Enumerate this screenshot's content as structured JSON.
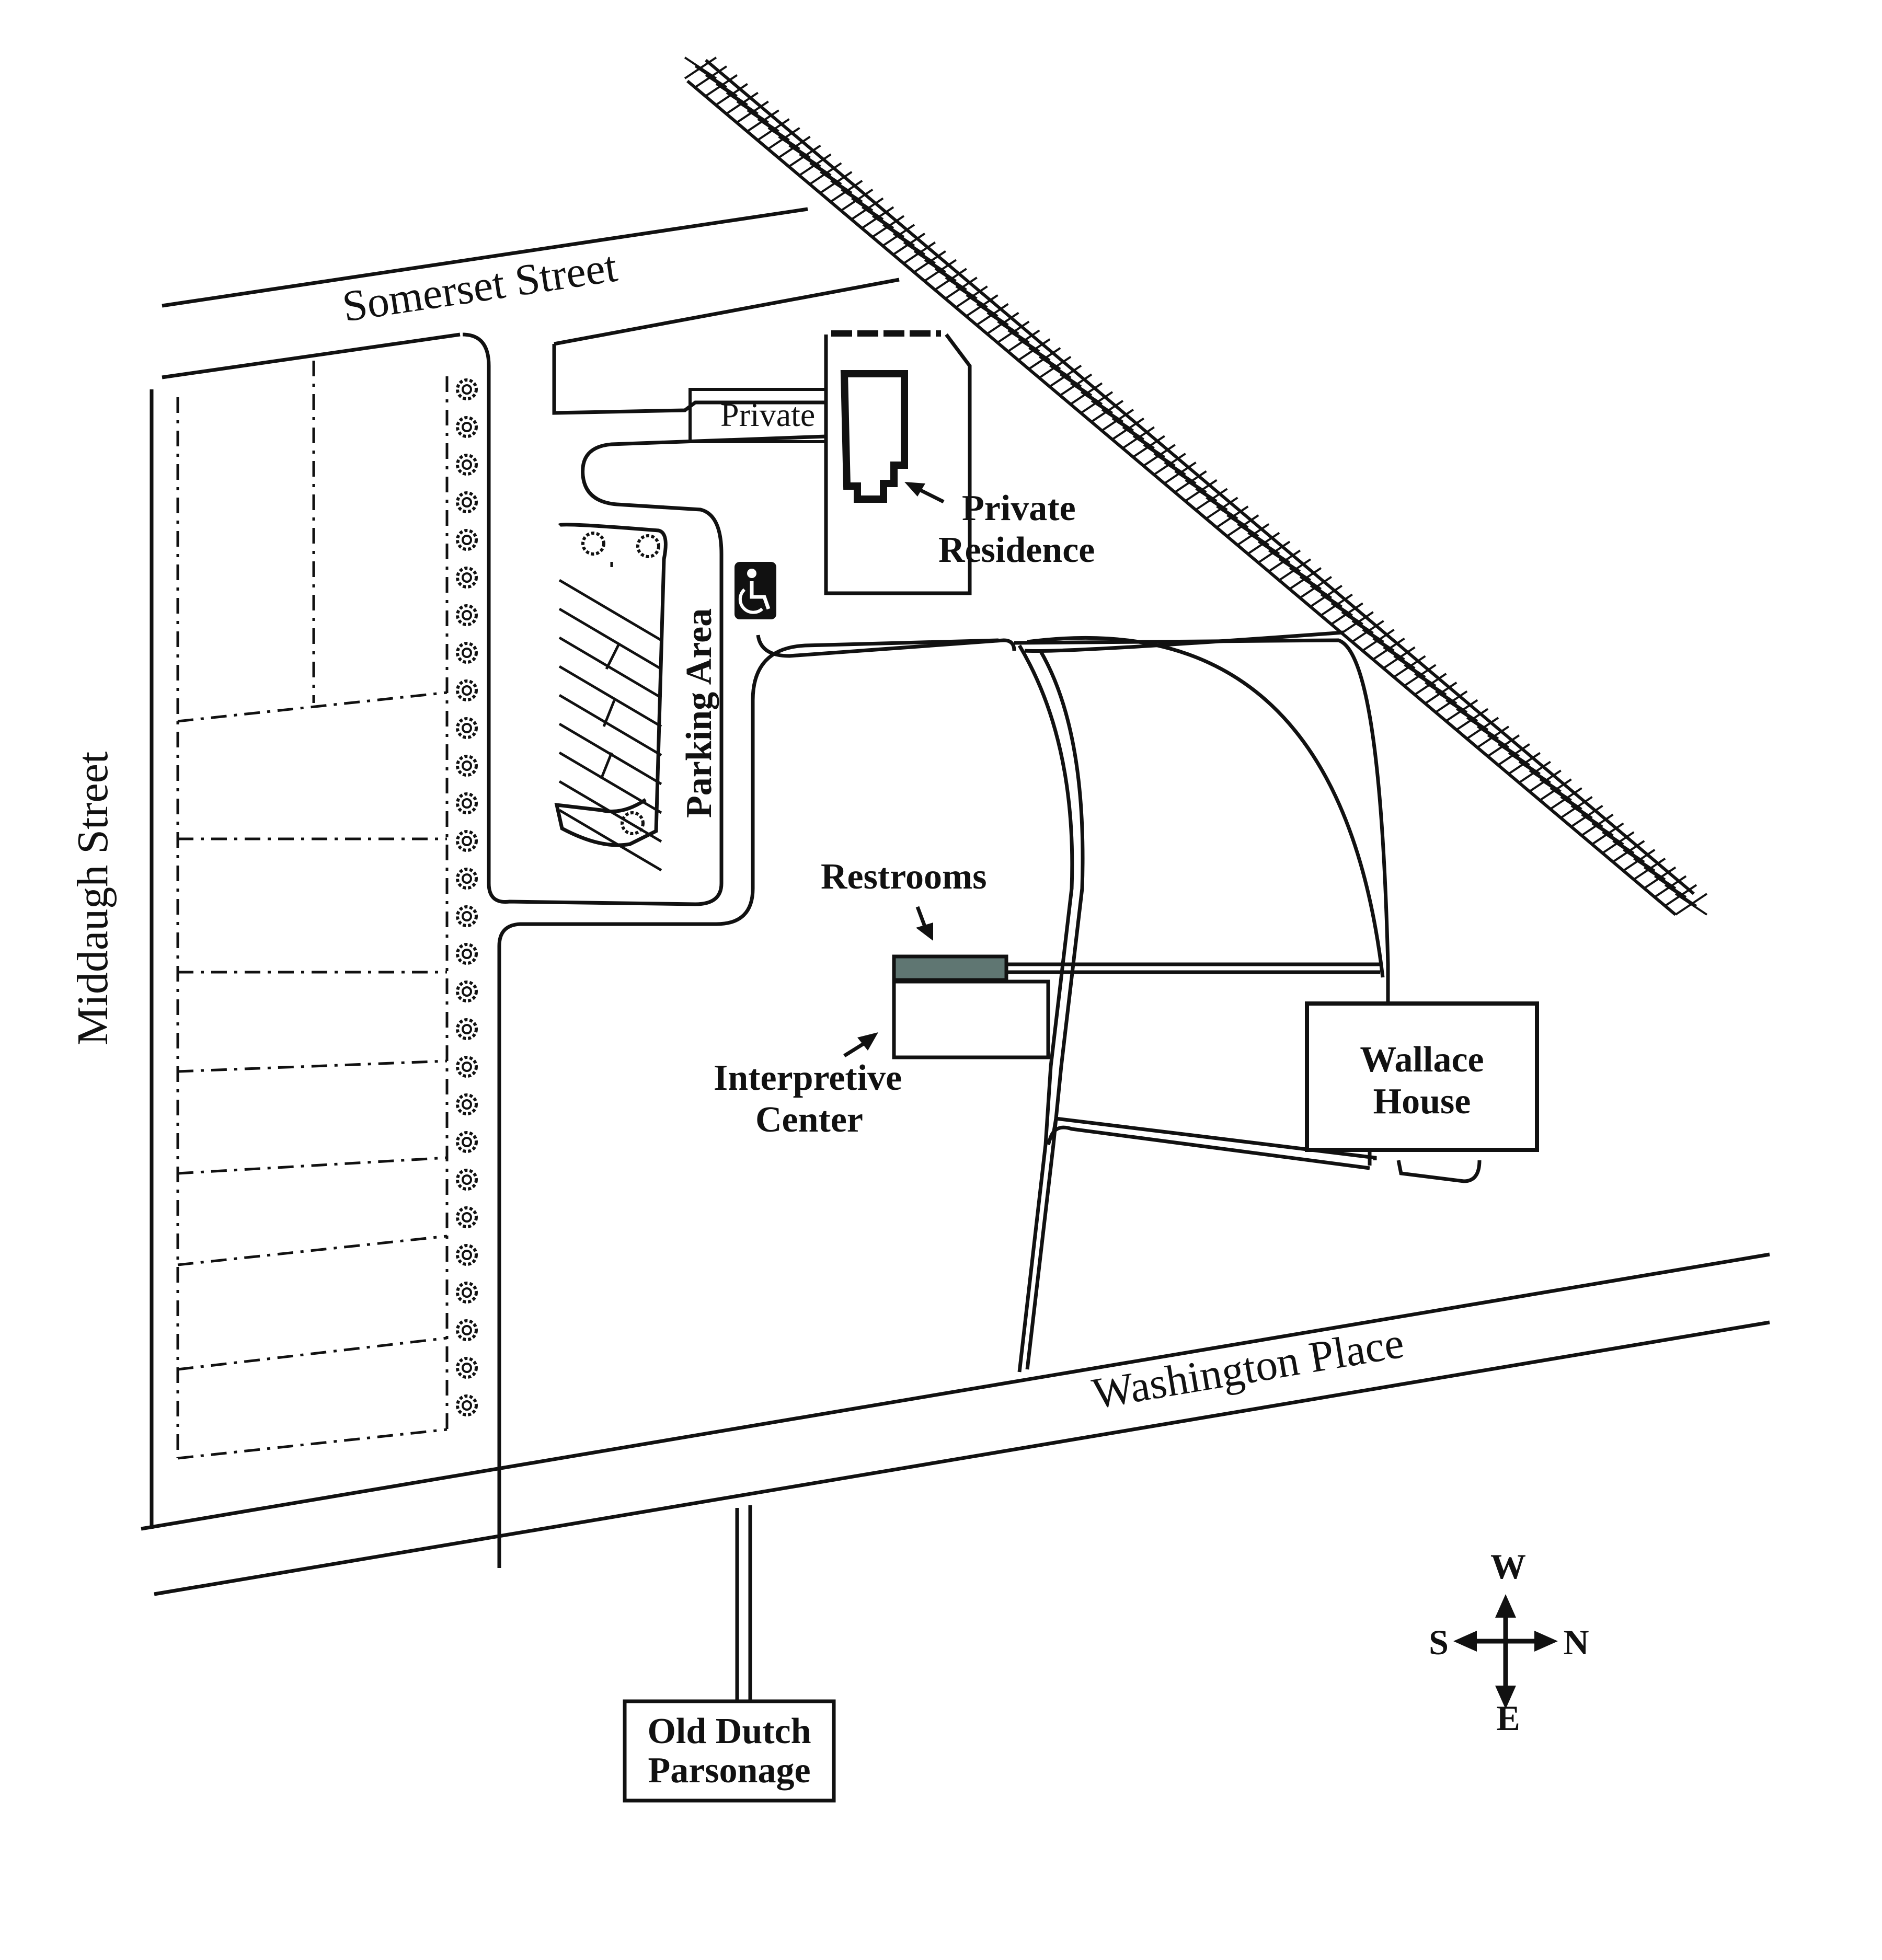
{
  "streets": {
    "somerset": "Somerset Street",
    "middaugh": "Middaugh Street",
    "washington": "Washington Place"
  },
  "labels": {
    "private_drive": "Private",
    "private_residence_line1": "Private",
    "private_residence_line2": "Residence",
    "parking_area": "Parking Area",
    "restrooms": "Restrooms",
    "interpretive_line1": "Interpretive",
    "interpretive_line2": "Center",
    "wallace_line1": "Wallace",
    "wallace_line2": "House",
    "parsonage_line1": "Old Dutch",
    "parsonage_line2": "Parsonage"
  },
  "compass": {
    "west": "W",
    "south": "S",
    "north": "N",
    "east": "E"
  },
  "icons": {
    "accessible_parking": "wheelchair-icon",
    "trees": "tree-icon",
    "railroad": "railroad-track-icon"
  },
  "colors": {
    "ink": "#111111",
    "restroom_fill": "#5f7672",
    "background": "#ffffff"
  }
}
